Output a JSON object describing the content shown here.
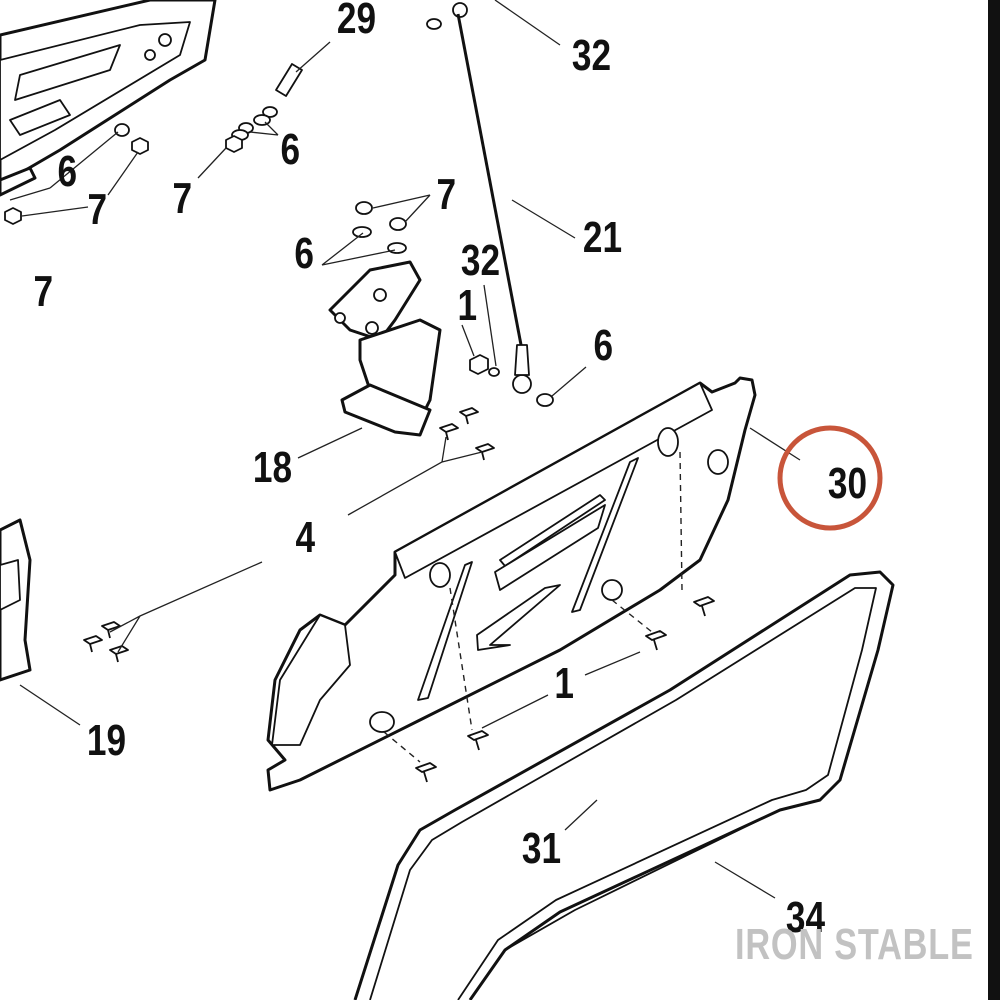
{
  "diagram": {
    "callouts": {
      "c29": "29",
      "c32a": "32",
      "c6a": "6",
      "c6b": "6",
      "c7a": "7",
      "c7b": "7",
      "c7c": "7",
      "c7d": "7",
      "c6c": "6",
      "c21": "21",
      "c32b": "32",
      "c1a": "1",
      "c6d": "6",
      "c18": "18",
      "c30": "30",
      "c4": "4",
      "c19": "19",
      "c1b": "1",
      "c31": "31",
      "c34": "34"
    },
    "highlight": {
      "callout": "30",
      "color": "#c8553a"
    },
    "watermark": "IRON STABLE"
  }
}
